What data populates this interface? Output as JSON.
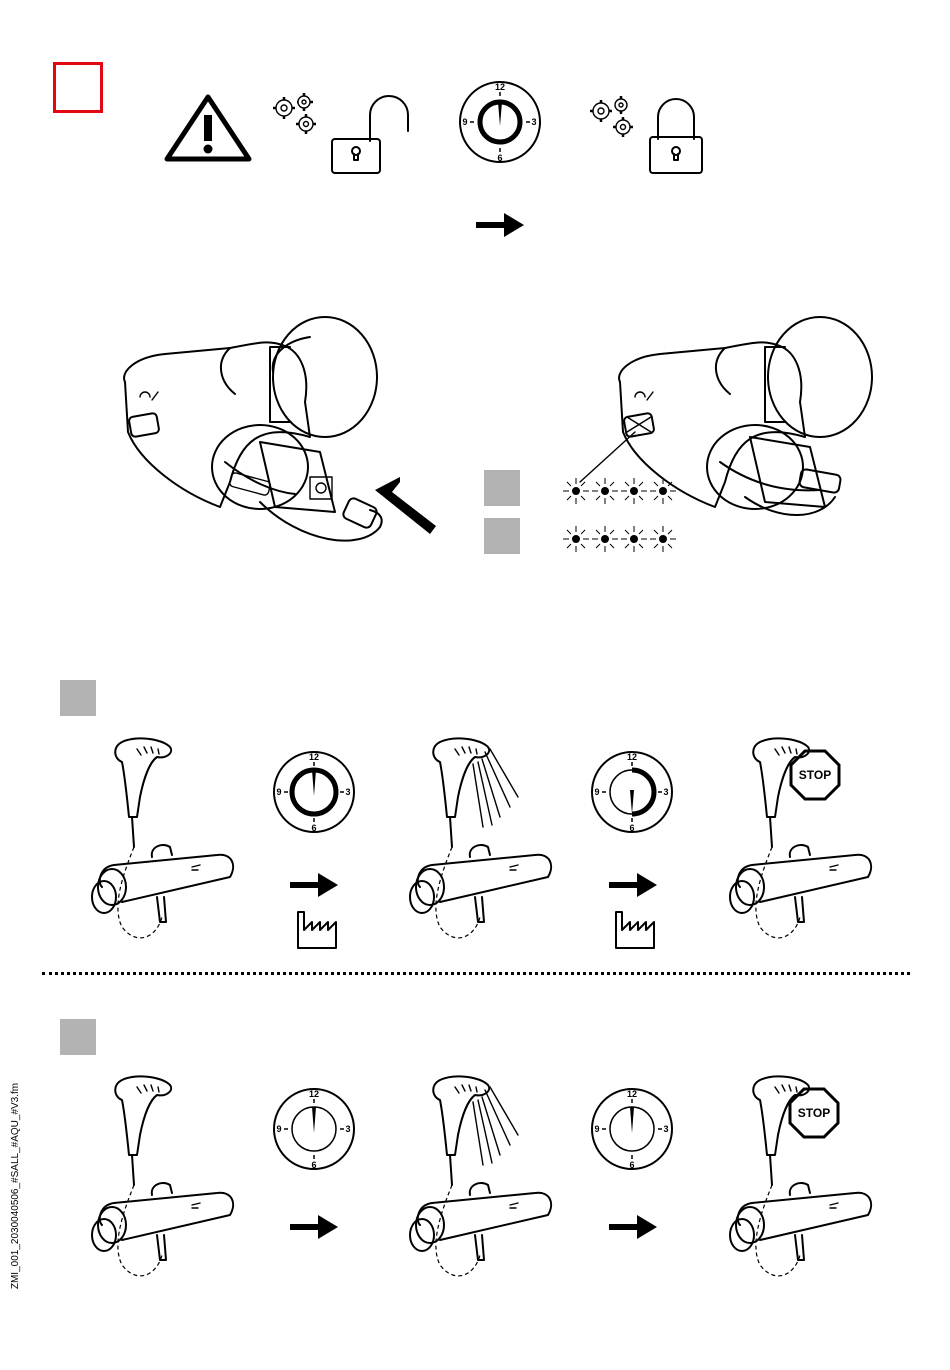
{
  "page": {
    "side_code": "ZMI_001_2030040506_#SALL_#AQU_#V3.fm"
  },
  "dial": {
    "n12": "12",
    "n3": "3",
    "n6": "6",
    "n9": "9"
  },
  "stop_sign": {
    "label": "STOP"
  },
  "icons": [
    "warning-icon",
    "gears-icon",
    "padlock-open-icon",
    "padlock-closed-icon",
    "dial-icon",
    "arrow-right-icon",
    "factory-icon",
    "stop-sign-icon",
    "shower-head-icon",
    "thermostat-mixer-icon"
  ],
  "colors": {
    "marker_red": "#e30613",
    "step_gray": "#b3b3b3"
  }
}
